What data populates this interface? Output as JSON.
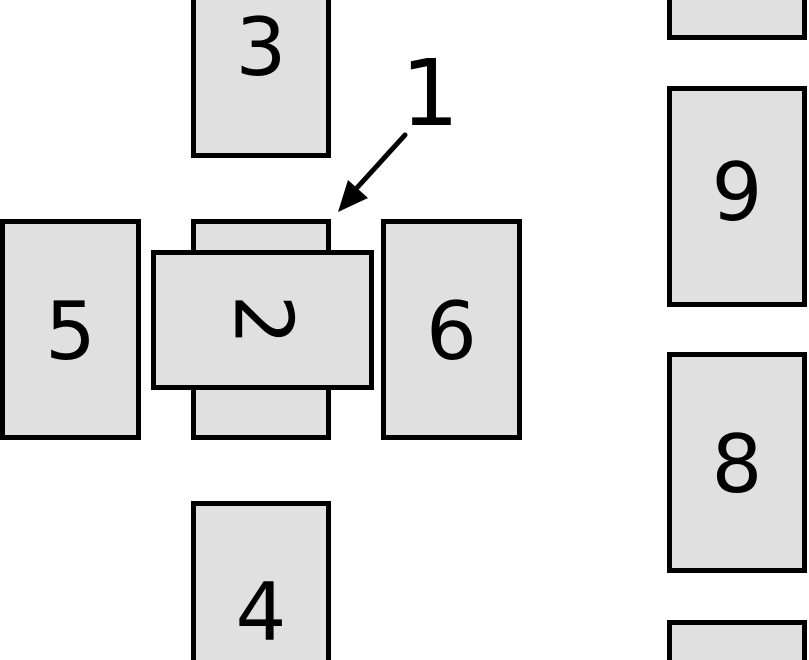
{
  "diagram": {
    "callout": "1",
    "cards": {
      "card_3": "3",
      "card_2": "2",
      "card_5": "5",
      "card_6": "6",
      "card_4": "4",
      "card_9": "9",
      "card_8": "8",
      "card_top_right": "",
      "card_bottom_right": ""
    }
  },
  "colors": {
    "card_fill": "#e0e0e0",
    "stroke": "#000000",
    "background": "#ffffff"
  }
}
